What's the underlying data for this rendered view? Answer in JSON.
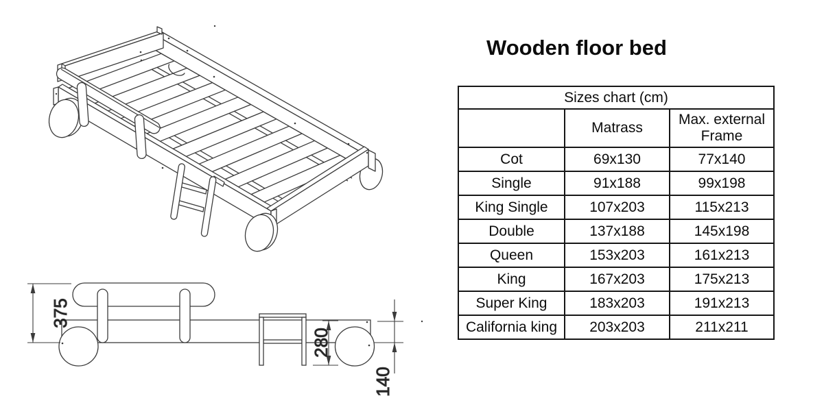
{
  "title": "Wooden floor bed",
  "drawing": {
    "line_color": "#3b3b3b",
    "dimensions": {
      "overall_height": "375",
      "deck_height": "280",
      "frame_height": "140"
    }
  },
  "sizes_table": {
    "caption": "Sizes chart (cm)",
    "col_headers": [
      "",
      "Matrass",
      "Max. external Frame"
    ],
    "rows": [
      {
        "label": "Cot",
        "matrass": "69x130",
        "frame": "77x140"
      },
      {
        "label": "Single",
        "matrass": "91x188",
        "frame": "99x198"
      },
      {
        "label": "King Single",
        "matrass": "107x203",
        "frame": "115x213"
      },
      {
        "label": "Double",
        "matrass": "137x188",
        "frame": "145x198"
      },
      {
        "label": "Queen",
        "matrass": "153x203",
        "frame": "161x213"
      },
      {
        "label": "King",
        "matrass": "167x203",
        "frame": "175x213"
      },
      {
        "label": "Super King",
        "matrass": "183x203",
        "frame": "191x213"
      },
      {
        "label": "California king",
        "matrass": "203x203",
        "frame": "211x211"
      }
    ]
  }
}
